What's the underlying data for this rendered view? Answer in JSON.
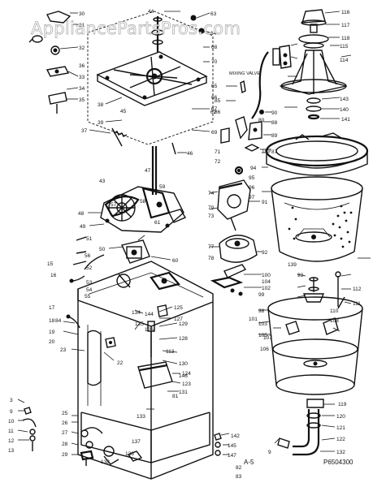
{
  "watermark": "AppliancePartsPros.com",
  "page_label": "A-5",
  "drawing_code": "P6504300",
  "annotations": {
    "mixing_valve": "MIXING VALVE"
  },
  "callouts": [
    {
      "id": "c30",
      "label": "30"
    },
    {
      "id": "c31",
      "label": "31"
    },
    {
      "id": "c32",
      "label": "32"
    },
    {
      "id": "c33",
      "label": "33"
    },
    {
      "id": "c34",
      "label": "34"
    },
    {
      "id": "c35",
      "label": "35"
    },
    {
      "id": "c36",
      "label": "36"
    },
    {
      "id": "c37",
      "label": "37"
    },
    {
      "id": "c38",
      "label": "38"
    },
    {
      "id": "c39",
      "label": "39"
    },
    {
      "id": "c43",
      "label": "43"
    },
    {
      "id": "c44",
      "label": "44"
    },
    {
      "id": "c45",
      "label": "45"
    },
    {
      "id": "c46",
      "label": "46"
    },
    {
      "id": "c47",
      "label": "47"
    },
    {
      "id": "c48",
      "label": "48"
    },
    {
      "id": "c49",
      "label": "49"
    },
    {
      "id": "c50",
      "label": "50"
    },
    {
      "id": "c51",
      "label": "51"
    },
    {
      "id": "c52",
      "label": "52"
    },
    {
      "id": "c53",
      "label": "53"
    },
    {
      "id": "c54",
      "label": "54"
    },
    {
      "id": "c55",
      "label": "55"
    },
    {
      "id": "c56",
      "label": "56"
    },
    {
      "id": "c57",
      "label": "57"
    },
    {
      "id": "c58",
      "label": "58"
    },
    {
      "id": "c59",
      "label": "59"
    },
    {
      "id": "c60",
      "label": "60"
    },
    {
      "id": "c61",
      "label": "61"
    },
    {
      "id": "c62",
      "label": "62"
    },
    {
      "id": "c63",
      "label": "63"
    },
    {
      "id": "c64",
      "label": "64"
    },
    {
      "id": "c65",
      "label": "65"
    },
    {
      "id": "c66",
      "label": "66"
    },
    {
      "id": "c67",
      "label": "67"
    },
    {
      "id": "c68",
      "label": "68"
    },
    {
      "id": "c69",
      "label": "69"
    },
    {
      "id": "c70",
      "label": "70"
    },
    {
      "id": "c71",
      "label": "71"
    },
    {
      "id": "c72",
      "label": "72"
    },
    {
      "id": "c73",
      "label": "73"
    },
    {
      "id": "c74",
      "label": "74"
    },
    {
      "id": "c77",
      "label": "77"
    },
    {
      "id": "c78",
      "label": "78"
    },
    {
      "id": "c79",
      "label": "79"
    },
    {
      "id": "c80",
      "label": "80"
    },
    {
      "id": "c81",
      "label": "81"
    },
    {
      "id": "c82",
      "label": "82"
    },
    {
      "id": "c83",
      "label": "83"
    },
    {
      "id": "c84",
      "label": "84"
    },
    {
      "id": "c85",
      "label": "85"
    },
    {
      "id": "c86",
      "label": "86"
    },
    {
      "id": "c87",
      "label": "87"
    },
    {
      "id": "c88",
      "label": "88"
    },
    {
      "id": "c89",
      "label": "89"
    },
    {
      "id": "c90",
      "label": "90"
    },
    {
      "id": "c91",
      "label": "91"
    },
    {
      "id": "c92",
      "label": "92"
    },
    {
      "id": "c93",
      "label": "93"
    },
    {
      "id": "c94",
      "label": "94"
    },
    {
      "id": "c95",
      "label": "95"
    },
    {
      "id": "c96",
      "label": "96"
    },
    {
      "id": "c97",
      "label": "97"
    },
    {
      "id": "c98",
      "label": "98"
    },
    {
      "id": "c99",
      "label": "99"
    },
    {
      "id": "c100",
      "label": "100"
    },
    {
      "id": "c101",
      "label": "101"
    },
    {
      "id": "c102",
      "label": "102"
    },
    {
      "id": "c103",
      "label": "103"
    },
    {
      "id": "c104",
      "label": "104"
    },
    {
      "id": "c105",
      "label": "105"
    },
    {
      "id": "c106",
      "label": "106"
    },
    {
      "id": "c107",
      "label": "107"
    },
    {
      "id": "c108",
      "label": "108"
    },
    {
      "id": "c109",
      "label": "109"
    },
    {
      "id": "c110",
      "label": "110"
    },
    {
      "id": "c111",
      "label": "111"
    },
    {
      "id": "c112",
      "label": "112"
    },
    {
      "id": "c113",
      "label": "113"
    },
    {
      "id": "c114",
      "label": "114"
    },
    {
      "id": "c115",
      "label": "115"
    },
    {
      "id": "c116",
      "label": "116"
    },
    {
      "id": "c117",
      "label": "117"
    },
    {
      "id": "c118",
      "label": "118"
    },
    {
      "id": "c119",
      "label": "119"
    },
    {
      "id": "c120",
      "label": "120"
    },
    {
      "id": "c121",
      "label": "121"
    },
    {
      "id": "c122",
      "label": "122"
    },
    {
      "id": "c123",
      "label": "123"
    },
    {
      "id": "c124",
      "label": "124"
    },
    {
      "id": "c125",
      "label": "125"
    },
    {
      "id": "c126",
      "label": "126"
    },
    {
      "id": "c127",
      "label": "127"
    },
    {
      "id": "c128",
      "label": "128"
    },
    {
      "id": "c129",
      "label": "129"
    },
    {
      "id": "c130",
      "label": "130"
    },
    {
      "id": "c131",
      "label": "131"
    },
    {
      "id": "c132",
      "label": "132"
    },
    {
      "id": "c133",
      "label": "133"
    },
    {
      "id": "c134",
      "label": "134"
    },
    {
      "id": "c135",
      "label": "135"
    },
    {
      "id": "c136",
      "label": "136"
    },
    {
      "id": "c137",
      "label": "137"
    },
    {
      "id": "c138",
      "label": "138"
    },
    {
      "id": "c139",
      "label": "139"
    },
    {
      "id": "c140",
      "label": "140"
    },
    {
      "id": "c141",
      "label": "141"
    },
    {
      "id": "c142",
      "label": "142"
    },
    {
      "id": "c143",
      "label": "143"
    },
    {
      "id": "c144",
      "label": "144"
    },
    {
      "id": "c145",
      "label": "145"
    },
    {
      "id": "c146",
      "label": "146"
    },
    {
      "id": "c147",
      "label": "147"
    },
    {
      "id": "c3a",
      "label": "3"
    },
    {
      "id": "c9a",
      "label": "9"
    },
    {
      "id": "c10a",
      "label": "10"
    },
    {
      "id": "c11a",
      "label": "11"
    },
    {
      "id": "c12a",
      "label": "12"
    },
    {
      "id": "c13a",
      "label": "13"
    },
    {
      "id": "c15a",
      "label": "15"
    },
    {
      "id": "c16a",
      "label": "16"
    },
    {
      "id": "c17a",
      "label": "17"
    },
    {
      "id": "c18a",
      "label": "18"
    },
    {
      "id": "c19a",
      "label": "19"
    },
    {
      "id": "c20a",
      "label": "20"
    },
    {
      "id": "c22a",
      "label": "22"
    },
    {
      "id": "c23a",
      "label": "23"
    },
    {
      "id": "c25a",
      "label": "25"
    },
    {
      "id": "c26a",
      "label": "26"
    },
    {
      "id": "c27a",
      "label": "27"
    },
    {
      "id": "c28a",
      "label": "28"
    },
    {
      "id": "c29a",
      "label": "29"
    },
    {
      "id": "c9b",
      "label": "9"
    }
  ]
}
